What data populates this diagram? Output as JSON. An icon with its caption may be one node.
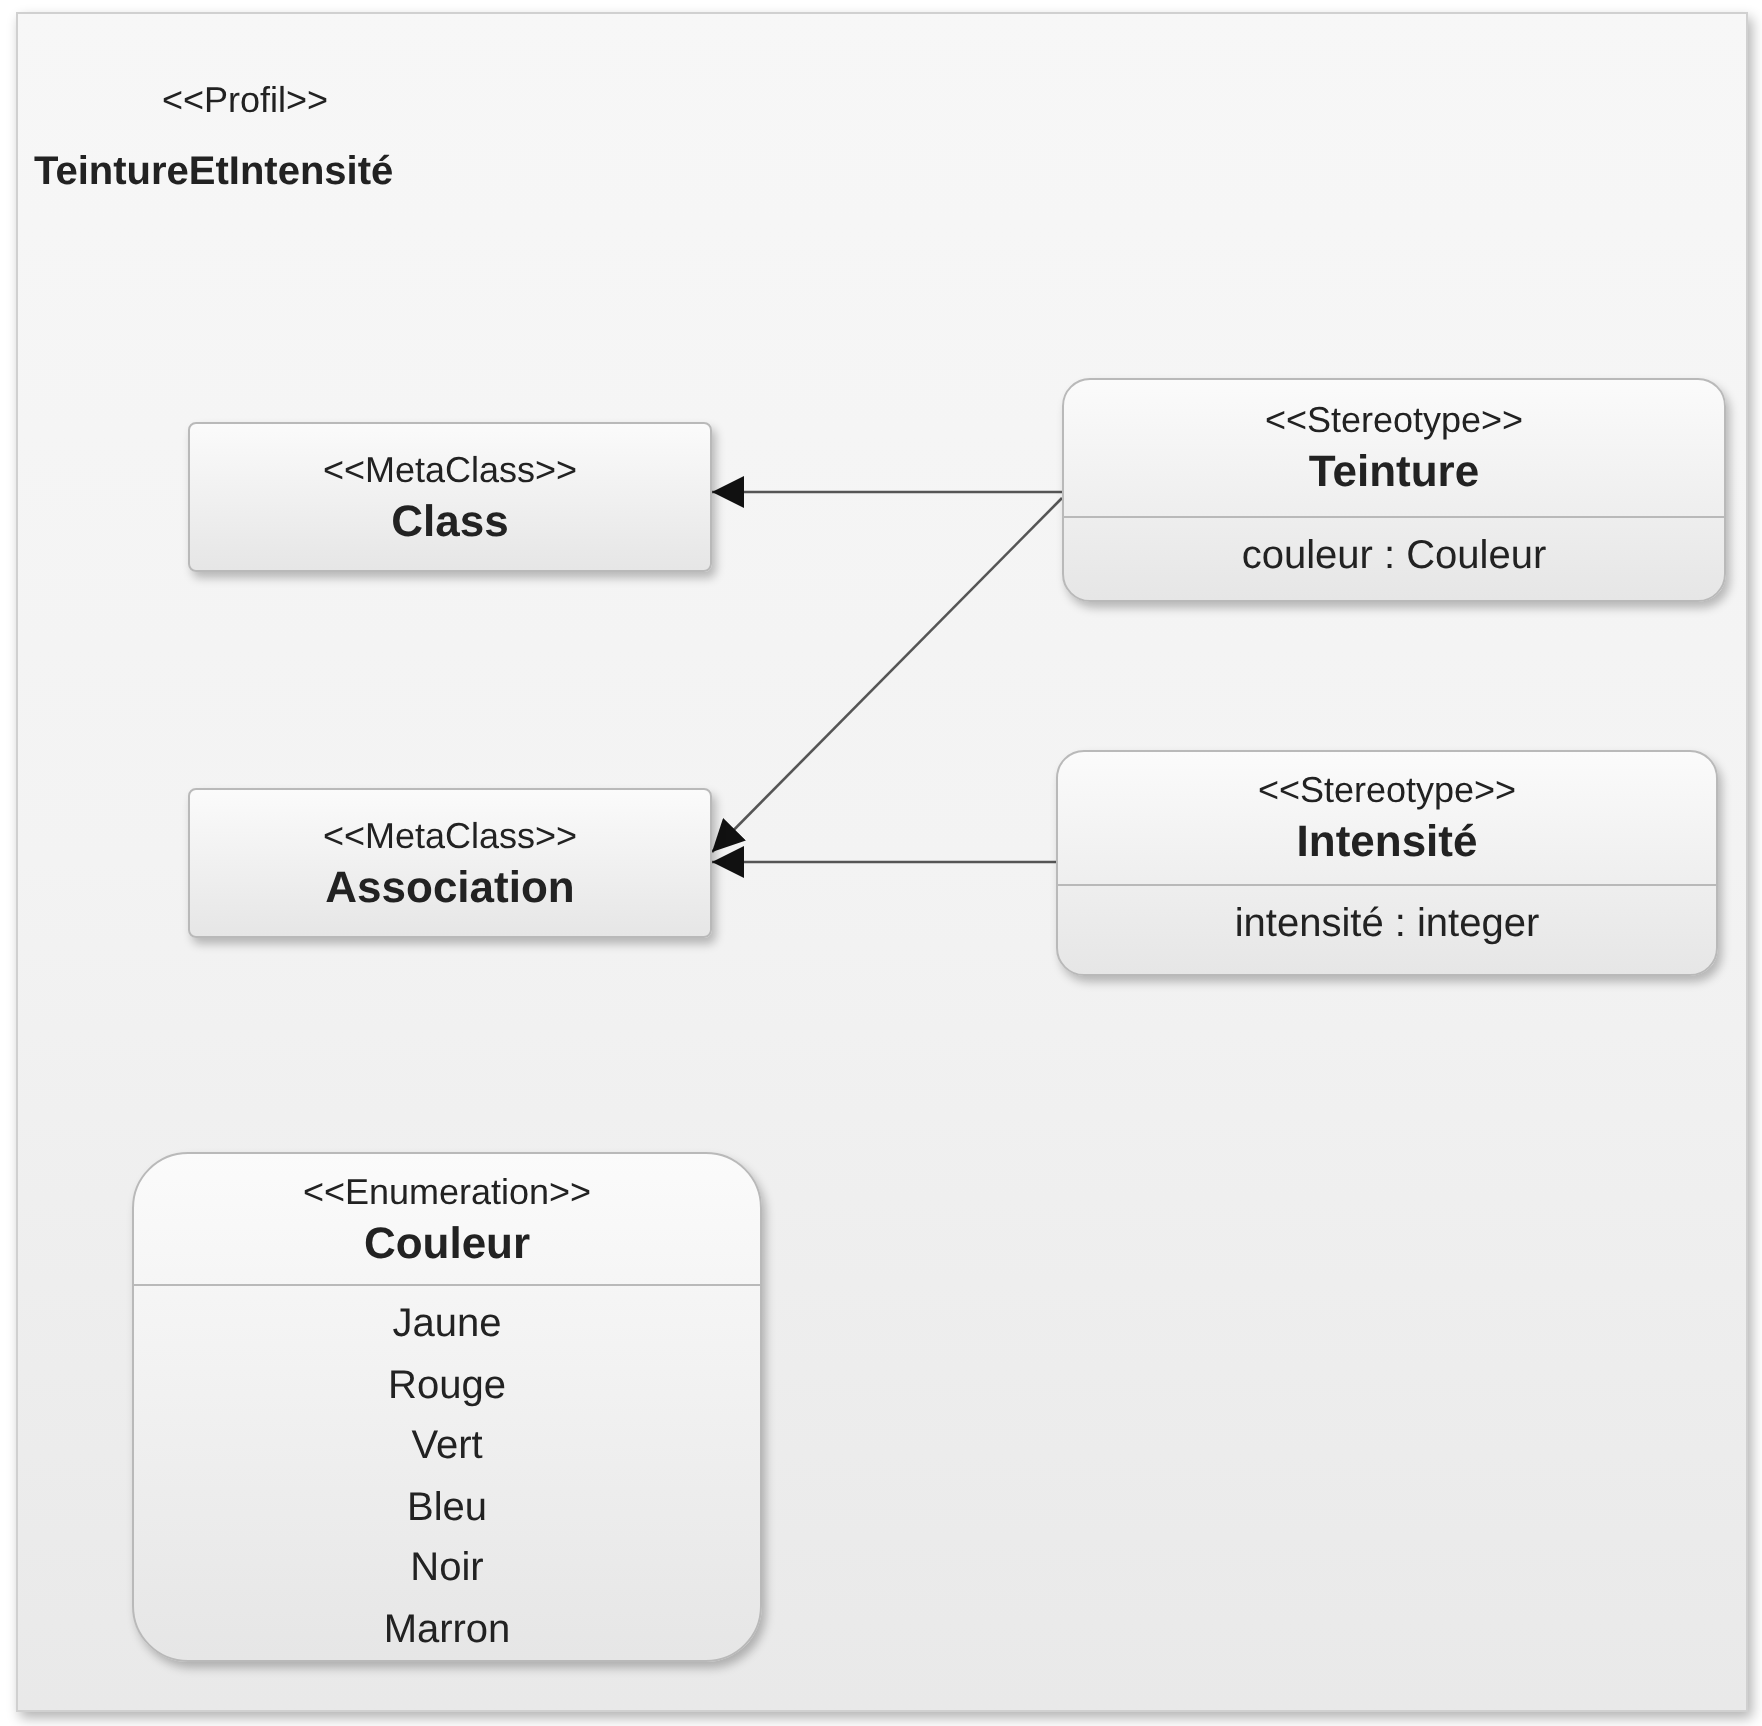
{
  "diagram": {
    "nodes": [
      {
        "text": [
          "<<Profil>>",
          "TeintureEtIntensité"
        ]
      },
      {
        "text": [
          "<<MetaClass>>",
          "Class"
        ],
        "in": 0
      },
      {
        "text": [
          "<<MetaClass>>",
          "Association"
        ],
        "in": 0
      },
      {
        "text": [
          "<<Stereotype>>",
          "Teinture",
          "couleur : Couleur"
        ],
        "in": 0
      },
      {
        "text": [
          "<<Stereotype>>",
          "Intensité",
          "intensité : integer"
        ],
        "in": 0
      },
      {
        "text": [
          "<<Enumeration>>",
          "Couleur",
          "Jaune",
          "Rouge",
          "Vert",
          "Bleu",
          "Noir",
          "Marron"
        ],
        "in": 0
      }
    ],
    "edges": [
      {
        "from": 3,
        "to": 1,
        "arrow": "to"
      },
      {
        "from": 3,
        "to": 2,
        "arrow": "to"
      },
      {
        "from": 4,
        "to": 2,
        "arrow": "to"
      }
    ]
  }
}
